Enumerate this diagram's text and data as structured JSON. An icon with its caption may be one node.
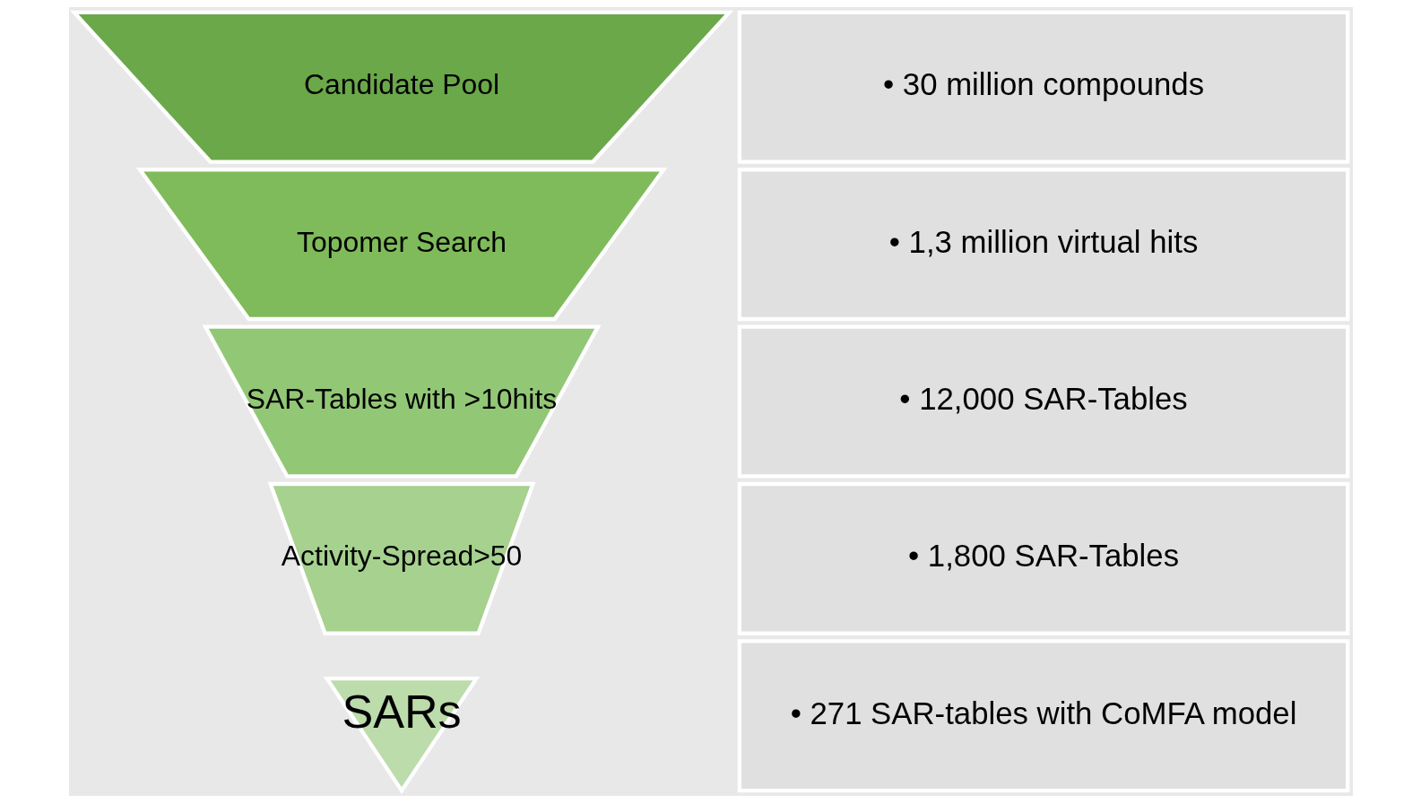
{
  "diagram": {
    "nodes": [
      {
        "text": [
          "Candidate Pool"
        ]
      },
      {
        "text": [
          "• 30 million compounds"
        ]
      },
      {
        "text": [
          "Topomer Search"
        ]
      },
      {
        "text": [
          "• 1,3 million virtual hits"
        ]
      },
      {
        "text": [
          "SAR-Tables with >10hits"
        ]
      },
      {
        "text": [
          "• 12,000 SAR-Tables"
        ]
      },
      {
        "text": [
          "Activity-Spread>50"
        ]
      },
      {
        "text": [
          "• 1,800 SAR-Tables"
        ]
      },
      {
        "text": [
          "SARs"
        ]
      },
      {
        "text": [
          "• 271 SAR-tables with CoMFA model"
        ]
      }
    ]
  }
}
